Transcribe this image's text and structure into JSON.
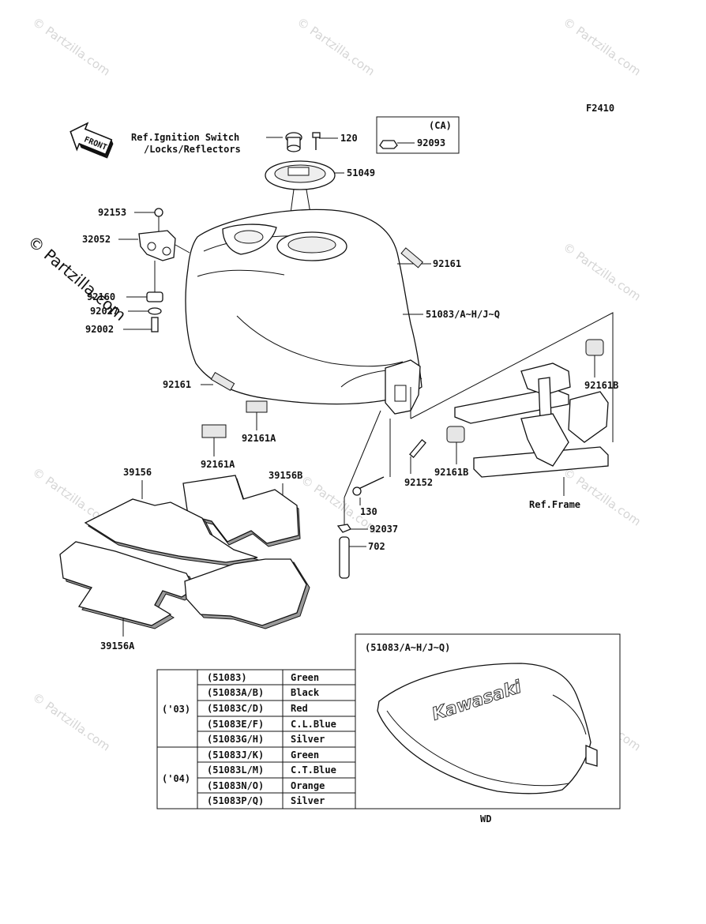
{
  "watermark": {
    "text": "© Partzilla.com"
  },
  "figure_code": "F2410",
  "front_label": "FRONT",
  "callouts": {
    "ref_ignition_line1": "Ref.Ignition Switch",
    "ref_ignition_line2": "/Locks/Reflectors",
    "p120": "120",
    "p51049": "51049",
    "ca_label": "(CA)",
    "p92093": "92093",
    "p92153": "92153",
    "p32052": "32052",
    "p92161_top": "92161",
    "p51083": "51083/A~H/J~Q",
    "p92160": "92160",
    "p92027": "92027",
    "p92002": "92002",
    "p92161_left": "92161",
    "p92161B_top": "92161B",
    "p92161A_right": "92161A",
    "p92161A_left": "92161A",
    "p92152": "92152",
    "p92161B_bottom": "92161B",
    "p39156": "39156",
    "p39156B": "39156B",
    "p130": "130",
    "p92037": "92037",
    "p702": "702",
    "ref_frame": "Ref.Frame",
    "p39156A": "39156A"
  },
  "color_table": {
    "groups": [
      {
        "year": "('03)",
        "rows": [
          {
            "part": "(51083)",
            "color": "Green"
          },
          {
            "part": "(51083A/B)",
            "color": "Black"
          },
          {
            "part": "(51083C/D)",
            "color": "Red"
          },
          {
            "part": "(51083E/F)",
            "color": "C.L.Blue"
          },
          {
            "part": "(51083G/H)",
            "color": "Silver"
          }
        ]
      },
      {
        "year": "('04)",
        "rows": [
          {
            "part": "(51083J/K)",
            "color": "Green"
          },
          {
            "part": "(51083L/M)",
            "color": "C.T.Blue"
          },
          {
            "part": "(51083N/O)",
            "color": "Orange"
          },
          {
            "part": "(51083P/Q)",
            "color": "Silver"
          }
        ]
      }
    ]
  },
  "inset": {
    "title": "(51083/A~H/J~Q)",
    "brand": "Kawasaki",
    "caption": "WD"
  }
}
